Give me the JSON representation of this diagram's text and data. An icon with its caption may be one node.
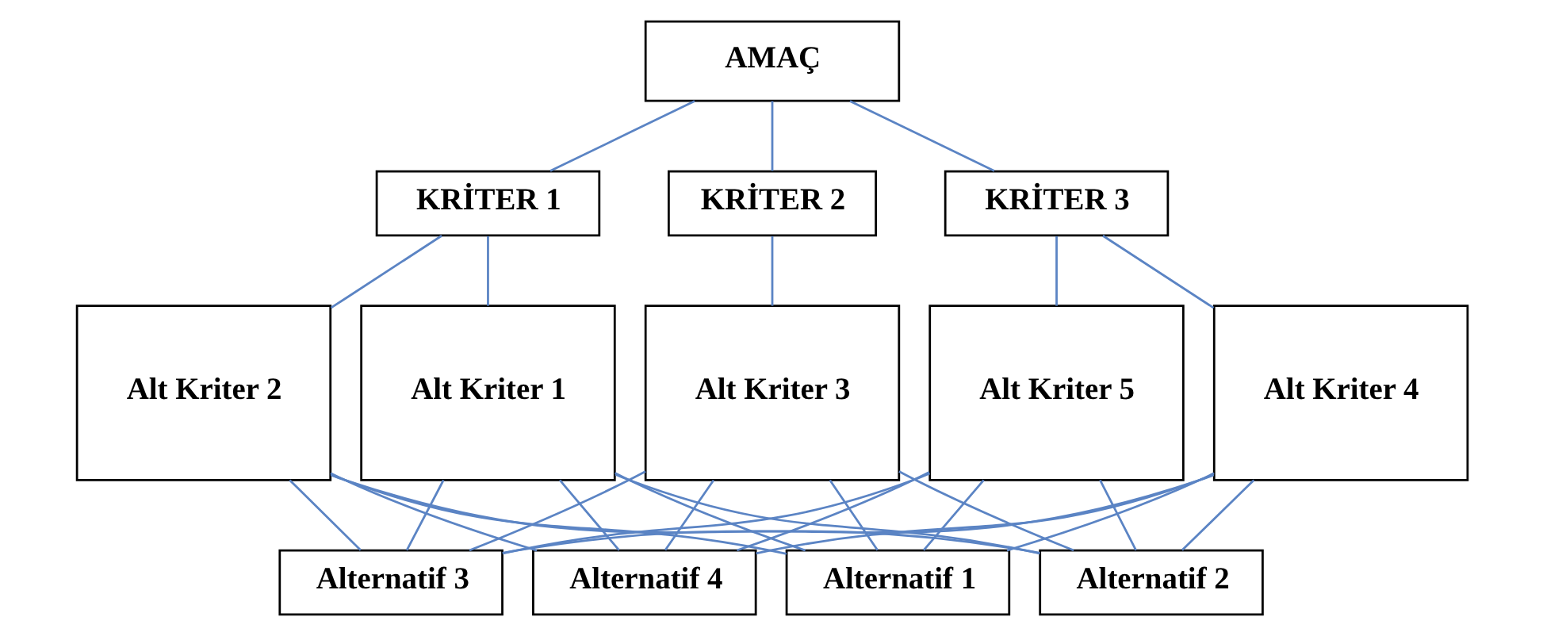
{
  "diagram": {
    "nodes": [
      {
        "text": [
          "AMAÇ"
        ]
      },
      {
        "text": [
          "KRİTER 1"
        ]
      },
      {
        "text": [
          "KRİTER 2"
        ]
      },
      {
        "text": [
          "KRİTER 3"
        ]
      },
      {
        "text": [
          "Alt Kriter 1"
        ]
      },
      {
        "text": [
          "Alt Kriter 2"
        ]
      },
      {
        "text": [
          "Alt Kriter 3"
        ]
      },
      {
        "text": [
          "Alt Kriter 4"
        ]
      },
      {
        "text": [
          "Alt Kriter 5"
        ]
      },
      {
        "text": [
          "Alternatif 1"
        ]
      },
      {
        "text": [
          "Alternatif 2"
        ]
      },
      {
        "text": [
          "Alternatif 3"
        ]
      },
      {
        "text": [
          "Alternatif 4"
        ]
      }
    ],
    "edges": [
      {
        "from": 0,
        "to": 1,
        "arrow": "none"
      },
      {
        "from": 0,
        "to": 2,
        "arrow": "none"
      },
      {
        "from": 0,
        "to": 3,
        "arrow": "none"
      },
      {
        "from": 1,
        "to": 4,
        "arrow": "none"
      },
      {
        "from": 1,
        "to": 5,
        "arrow": "none"
      },
      {
        "from": 2,
        "to": 6,
        "arrow": "none"
      },
      {
        "from": 3,
        "to": 7,
        "arrow": "none"
      },
      {
        "from": 3,
        "to": 8,
        "arrow": "none"
      },
      {
        "from": 4,
        "to": 9,
        "arrow": "none"
      },
      {
        "from": 4,
        "to": 10,
        "arrow": "none"
      },
      {
        "from": 4,
        "to": 11,
        "arrow": "none"
      },
      {
        "from": 4,
        "to": 12,
        "arrow": "none"
      },
      {
        "from": 5,
        "to": 9,
        "arrow": "none"
      },
      {
        "from": 5,
        "to": 10,
        "arrow": "none"
      },
      {
        "from": 5,
        "to": 11,
        "arrow": "none"
      },
      {
        "from": 5,
        "to": 12,
        "arrow": "none"
      },
      {
        "from": 6,
        "to": 9,
        "arrow": "none"
      },
      {
        "from": 6,
        "to": 10,
        "arrow": "none"
      },
      {
        "from": 6,
        "to": 11,
        "arrow": "none"
      },
      {
        "from": 6,
        "to": 12,
        "arrow": "none"
      },
      {
        "from": 7,
        "to": 9,
        "arrow": "none"
      },
      {
        "from": 7,
        "to": 10,
        "arrow": "none"
      },
      {
        "from": 7,
        "to": 11,
        "arrow": "none"
      },
      {
        "from": 7,
        "to": 12,
        "arrow": "none"
      },
      {
        "from": 8,
        "to": 9,
        "arrow": "none"
      },
      {
        "from": 8,
        "to": 10,
        "arrow": "none"
      },
      {
        "from": 8,
        "to": 11,
        "arrow": "none"
      },
      {
        "from": 8,
        "to": 12,
        "arrow": "none"
      }
    ]
  }
}
